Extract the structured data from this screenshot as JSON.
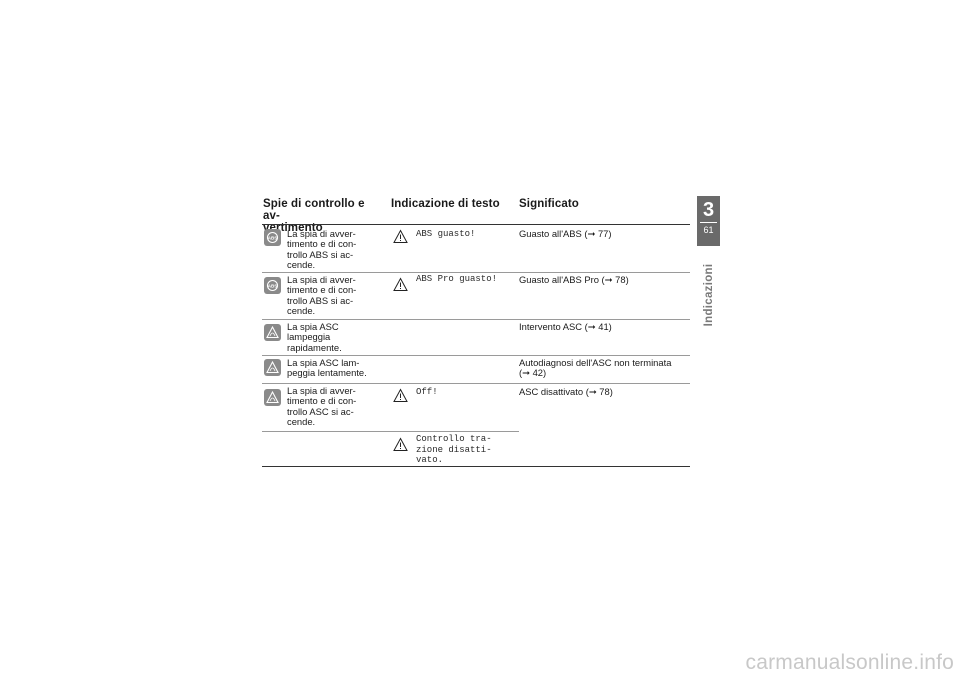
{
  "table": {
    "headers": {
      "col1": "Spie di controllo e av-\nvertimento",
      "col2": "Indicazione di testo",
      "col3": "Significato"
    },
    "rows": [
      {
        "icon": "abs-warning-icon",
        "desc": "La spia di avver-\ntimento e di con-\ntrollo ABS si ac-\ncende.",
        "text_icon": "triangle-warning-icon",
        "text": "ABS guasto!",
        "meaning": "Guasto all'ABS  (➞ 77)"
      },
      {
        "icon": "abs-warning-icon",
        "desc": "La spia di avver-\ntimento e di con-\ntrollo ABS si ac-\ncende.",
        "text_icon": "triangle-warning-icon",
        "text": "ABS Pro guasto!",
        "meaning": "Guasto all'ABS Pro  (➞ 78)"
      },
      {
        "icon": "asc-warning-icon",
        "desc": "La spia ASC\nlampeggia\nrapidamente.",
        "text_icon": "",
        "text": "",
        "meaning": "Intervento ASC  (➞ 41)"
      },
      {
        "icon": "asc-warning-icon",
        "desc": "La spia ASC lam-\npeggia lentamente.",
        "text_icon": "",
        "text": "",
        "meaning": "Autodiagnosi dell'ASC non terminata\n(➞ 42)"
      },
      {
        "icon": "asc-warning-icon",
        "desc": "La spia di avver-\ntimento e di con-\ntrollo ASC si ac-\ncende.",
        "text_icon": "triangle-warning-icon",
        "text": "Off!",
        "meaning": "ASC disattivato  (➞ 78)"
      },
      {
        "icon": "",
        "desc": "",
        "text_icon": "triangle-warning-icon",
        "text": "Controllo tra-\nzione disatti-\nvato.",
        "meaning": ""
      }
    ]
  },
  "chapter": {
    "number": "3",
    "page": "61",
    "title": "Indicazioni"
  },
  "watermark": "carmanualsonline.info",
  "colors": {
    "chapter_box": "#6a6a6a",
    "icon_gray": "#8a8a8a",
    "side_text": "#7a7a7a"
  }
}
